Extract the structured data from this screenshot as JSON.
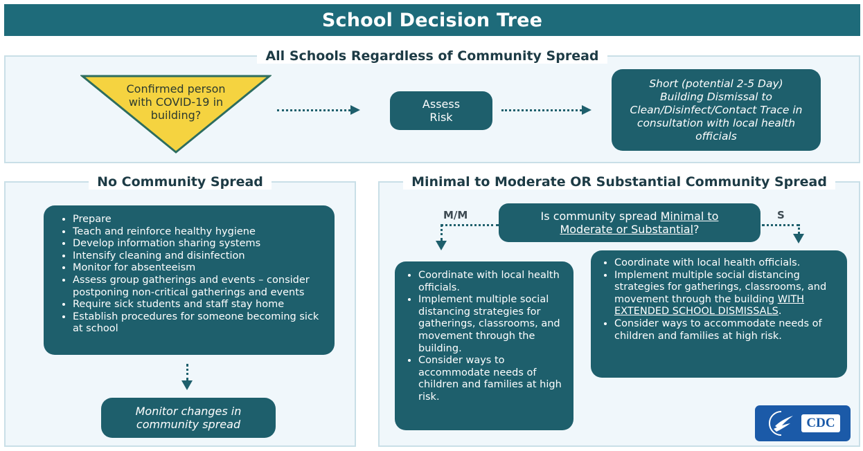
{
  "title": "School Decision Tree",
  "all_schools": {
    "heading": "All Schools Regardless of Community Spread",
    "triangle_text": "Confirmed person with COVID-19 in building?",
    "assess_risk": "Assess Risk",
    "short_dismissal": "Short (potential 2-5 Day) Building Dismissal to Clean/Disinfect/Contact Trace in consultation with local health officials"
  },
  "no_spread": {
    "heading": "No Community Spread",
    "items": [
      "Prepare",
      "Teach and reinforce healthy hygiene",
      "Develop information sharing systems",
      "Intensify cleaning and disinfection",
      "Monitor for absenteeism",
      "Assess group gatherings and events – consider postponing non-critical gatherings and events",
      "Require sick students and staff stay home",
      "Establish procedures for someone becoming sick at school"
    ],
    "monitor": "Monitor changes in community spread"
  },
  "spread": {
    "heading": "Minimal to Moderate OR Substantial Community Spread",
    "question_prefix": "Is community spread ",
    "question_link": "Minimal to Moderate or Substantial",
    "question_suffix": "?",
    "mm_label": "M/M",
    "s_label": "S",
    "mm_items": [
      "Coordinate with local health officials.",
      "Implement multiple social distancing strategies for gatherings, classrooms, and movement through the building.",
      "Consider ways to accommodate needs of children and families at high risk."
    ],
    "s_item1": "Coordinate with local health officials.",
    "s_item2_prefix": "Implement multiple social distancing strategies for gatherings, classrooms, and movement through the building ",
    "s_item2_emph": "WITH EXTENDED SCHOOL DISMISSALS",
    "s_item2_suffix": ".",
    "s_item3": "Consider ways to accommodate needs of children and families at high risk."
  },
  "logo": {
    "text": "CDC"
  },
  "colors": {
    "banner": "#1e6b7a",
    "box": "#1e5f6c",
    "triangle": "#f5d340",
    "panel": "#f0f7fb"
  }
}
